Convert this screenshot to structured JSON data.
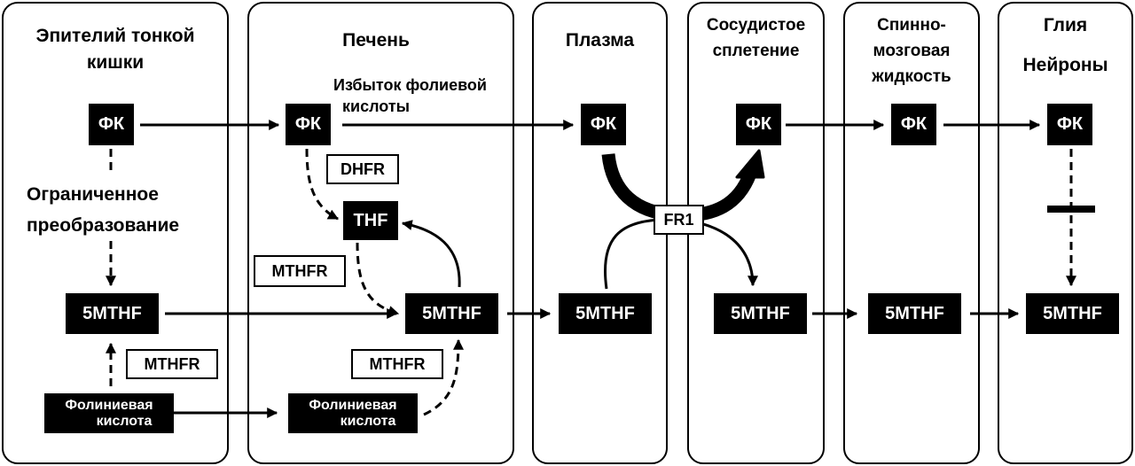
{
  "panels": [
    {
      "id": "intestine",
      "title_lines": [
        "Эпителий тонкой",
        "кишки"
      ]
    },
    {
      "id": "liver",
      "title_lines": [
        "Печень"
      ]
    },
    {
      "id": "plasma",
      "title_lines": [
        "Плазма"
      ]
    },
    {
      "id": "choroid",
      "title_lines": [
        "Сосудистое",
        "сплетение"
      ]
    },
    {
      "id": "csf",
      "title_lines": [
        "Спинно-",
        "мозговая",
        "жидкость"
      ]
    },
    {
      "id": "glia",
      "title_lines": [
        "Глия",
        "Нейроны"
      ]
    }
  ],
  "molecules": {
    "fk": "ФК",
    "mthf": "5MTHF",
    "thf": "THF",
    "folinic_line1": "Фолиниевая",
    "folinic_line2": "кислота"
  },
  "enzymes": {
    "dhfr": "DHFR",
    "mthfr": "MTHFR",
    "fr1": "FR1"
  },
  "annotations": {
    "limited_conversion_line1": "Ограниченное",
    "limited_conversion_line2": "преобразование",
    "excess_folic_line1": "Избыток фолиевой",
    "excess_folic_line2": "кислоты"
  }
}
